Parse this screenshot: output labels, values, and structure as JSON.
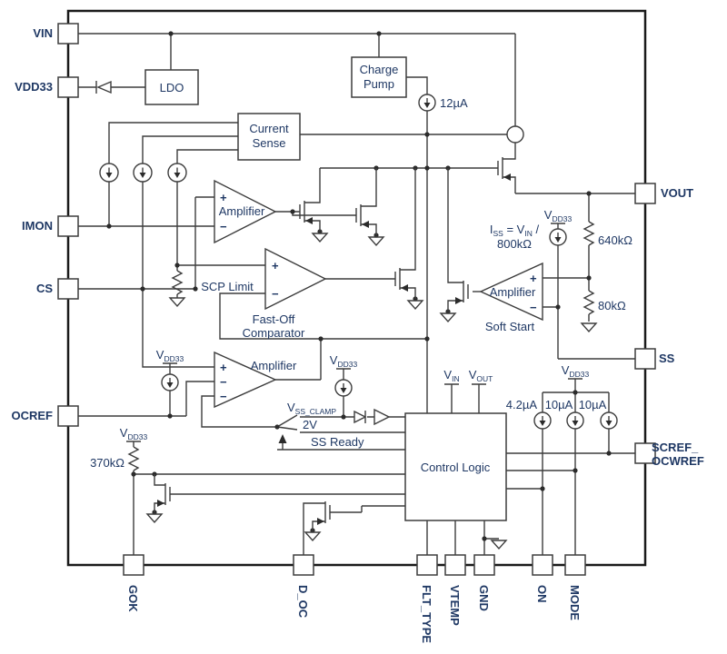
{
  "labels": {
    "pins": {
      "vin": "VIN",
      "vdd33": "VDD33",
      "imon": "IMON",
      "cs": "CS",
      "ocref": "OCREF",
      "vout": "VOUT",
      "ss": "SS",
      "scref1": "SCREF_",
      "scref2": "OCWREF",
      "gok": "GOK",
      "d_oc": "D_OC",
      "flt_type": "FLT_TYPE",
      "vtemp": "VTEMP",
      "gnd": "GND",
      "on": "ON",
      "mode": "MODE"
    },
    "blocks": {
      "ldo": "LDO",
      "charge1": "Charge",
      "charge2": "Pump",
      "sense1": "Current",
      "sense2": "Sense",
      "control": "Control Logic"
    },
    "amps": {
      "amplifier": "Amplifier",
      "scp_limit": "SCP Limit",
      "fastoff1": "Fast-Off",
      "fastoff2": "Comparator",
      "soft_start": "Soft Start",
      "plus": "+",
      "minus": "−"
    },
    "values": {
      "i12": "12µA",
      "i42": "4.2µA",
      "i10": "10µA",
      "r640": "640kΩ",
      "r80": "80kΩ",
      "r370": "370kΩ",
      "v2": "2V",
      "ss_ready": "SS Ready",
      "iss_p1": "I",
      "iss_s1": "SS",
      "iss_p2": " = V",
      "iss_s2": "IN",
      "iss_p3": " /",
      "iss_line2": "800kΩ"
    },
    "subs": {
      "v": "V",
      "dd33": "DD33",
      "in": "IN",
      "out": "OUT",
      "ss_clamp": "SS_CLAMP"
    }
  },
  "colors": {
    "wire": "#3d3d3d",
    "text": "#1f3864",
    "background": "#ffffff"
  }
}
